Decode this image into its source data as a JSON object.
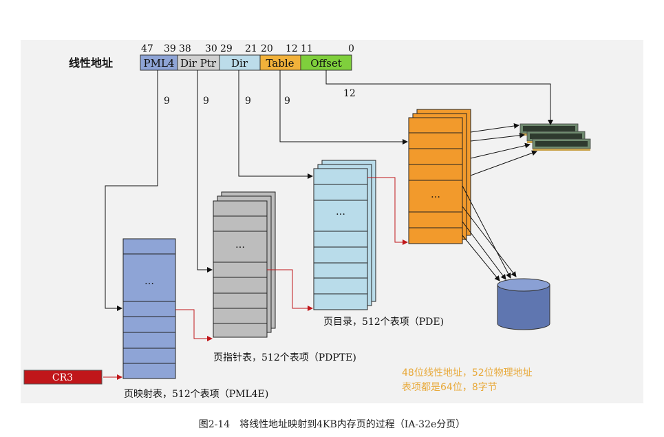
{
  "linear_address_label": "线性地址",
  "bit_labels": [
    "47",
    "39",
    "38",
    "30",
    "29",
    "21",
    "20",
    "12",
    "11",
    "0"
  ],
  "fields": [
    {
      "name": "PML4",
      "color": "#8ea4d6"
    },
    {
      "name": "Dir Ptr",
      "color": "#d0d0d0"
    },
    {
      "name": "Dir",
      "color": "#bcdcea"
    },
    {
      "name": "Table",
      "color": "#f1b13a"
    },
    {
      "name": "Offset",
      "color": "#7fcf3c"
    }
  ],
  "index_bits": [
    "9",
    "9",
    "9",
    "9"
  ],
  "offset_bits": "12",
  "ellipsis": "…",
  "tables": {
    "pml4": {
      "label": "页映射表，512个表项（PML4E)",
      "fill": "#8ea4d6"
    },
    "pdpt": {
      "label": "页指针表，512个表项（PDPTE)",
      "fill": "#bdbdbd"
    },
    "pd": {
      "label": "页目录，512个表项（PDE)",
      "fill": "#b9dcea"
    },
    "pt": {
      "fill": "#f29a2c"
    }
  },
  "cr3": {
    "label": "CR3",
    "color": "#c0161a"
  },
  "note_lines": [
    "48位线性地址，52位物理地址",
    "表项都是64位，8字节"
  ],
  "note_color": "#e8a93a",
  "caption": "图2-14　将线性地址映射到4KB内存页的过程（IA-32e分页）"
}
